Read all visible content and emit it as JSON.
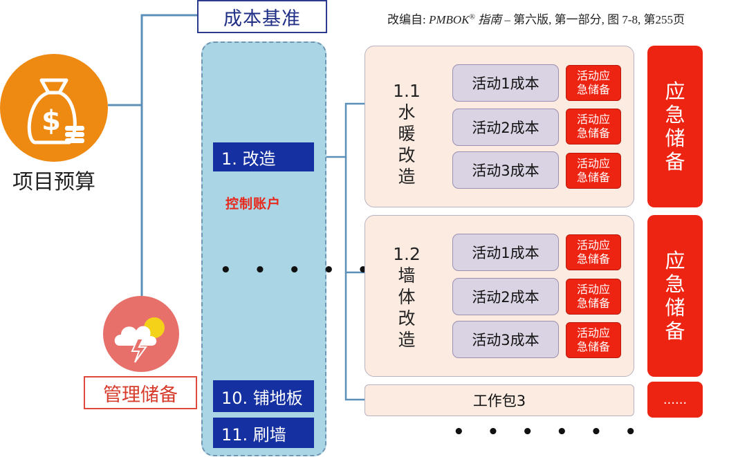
{
  "source_note": {
    "prefix": "改编自: ",
    "book": "PMBOK",
    "reg": "®",
    "guide": " 指南",
    "suffix": " – 第六版, 第一部分, 图 7-8, 第255页"
  },
  "cost_baseline": "成本基准",
  "project_budget": "项目预算",
  "management_reserve": "管理储备",
  "control_account": "控制账户",
  "accounts": {
    "first": "1. 改造",
    "tenth": "10. 铺地板",
    "eleventh": "11. 刷墙",
    "ellipsis": "• • •   •  •  •"
  },
  "work_packages": [
    {
      "title": [
        "1.1",
        "水",
        "暖",
        "改",
        "造"
      ],
      "activities": [
        "活动1成本",
        "活动2成本",
        "活动3成本"
      ],
      "contingency": [
        "活动应",
        "急储备"
      ],
      "reserve": [
        "应",
        "急",
        "储",
        "备"
      ]
    },
    {
      "title": [
        "1.2",
        "墙",
        "体",
        "改",
        "造"
      ],
      "activities": [
        "活动1成本",
        "活动2成本",
        "活动3成本"
      ],
      "contingency": [
        "活动应",
        "急储备"
      ],
      "reserve": [
        "应",
        "急",
        "储",
        "备"
      ]
    }
  ],
  "work_package_3": "工作包3",
  "work_package_3_reserve": "......",
  "bottom_ellipsis": "• • •   •  •  •",
  "colors": {
    "budget": "#ee8a12",
    "reserve_circle": "#e8706a",
    "control_panel": "#a9d5e4",
    "account_label": "#1530a0",
    "contingency": "#ee2412",
    "baseline_border": "#2b3a8c"
  },
  "icons": {
    "budget": "money-bag-icon",
    "reserve": "storm-cloud-icon"
  }
}
